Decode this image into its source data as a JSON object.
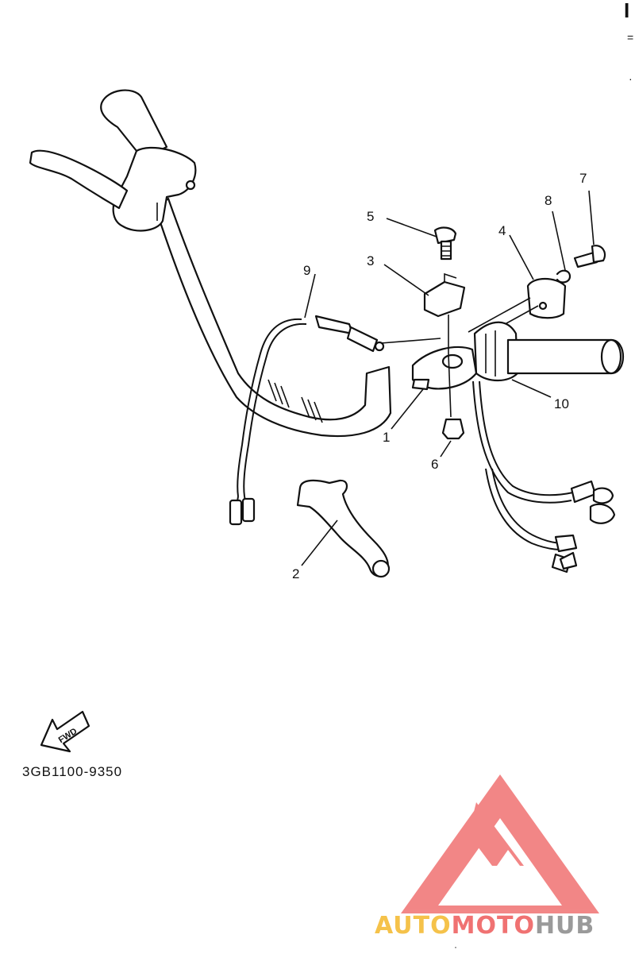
{
  "page_header": {
    "corner_mark": "I",
    "corner_dash": "=",
    "corner_tick": "·"
  },
  "callouts": [
    {
      "id": "c1",
      "label": "1"
    },
    {
      "id": "c2",
      "label": "2"
    },
    {
      "id": "c3",
      "label": "3"
    },
    {
      "id": "c4",
      "label": "4"
    },
    {
      "id": "c5",
      "label": "5"
    },
    {
      "id": "c6",
      "label": "6"
    },
    {
      "id": "c7",
      "label": "7"
    },
    {
      "id": "c8",
      "label": "8"
    },
    {
      "id": "c9",
      "label": "9"
    },
    {
      "id": "c10",
      "label": "10"
    }
  ],
  "fwd_arrow_label": "FWD",
  "part_code": "3GB1100-9350",
  "watermark": {
    "text_part1": "AUTO",
    "text_part2": "MOTO",
    "text_part3": "HUB",
    "color_primary": "#f07272",
    "color_secondary": "#f5c24a",
    "color_tertiary": "#9a9a9a"
  }
}
